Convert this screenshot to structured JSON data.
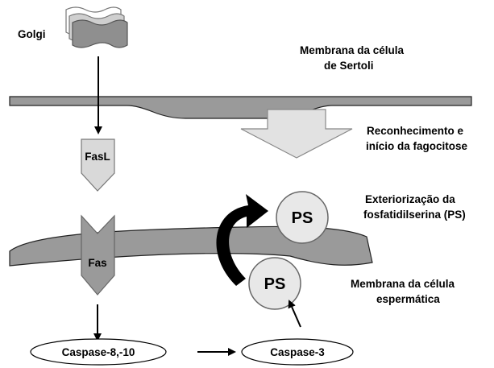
{
  "labels": {
    "golgi": "Golgi",
    "sertoli_line1": "Membrana da célula",
    "sertoli_line2": "de Sertoli",
    "recognition_line1": "Reconhecimento e",
    "recognition_line2": "início da fagocitose",
    "ps_line1": "Exteriorização da",
    "ps_line2": "fosfatidilserina (PS)",
    "sperm_line1": "Membrana da célula",
    "sperm_line2": "espermática"
  },
  "nodes": {
    "fasl": "FasL",
    "fas": "Fas",
    "ps_top": "PS",
    "ps_bottom": "PS",
    "caspase_8_10": "Caspase-8,-10",
    "caspase_3": "Caspase-3"
  }
}
